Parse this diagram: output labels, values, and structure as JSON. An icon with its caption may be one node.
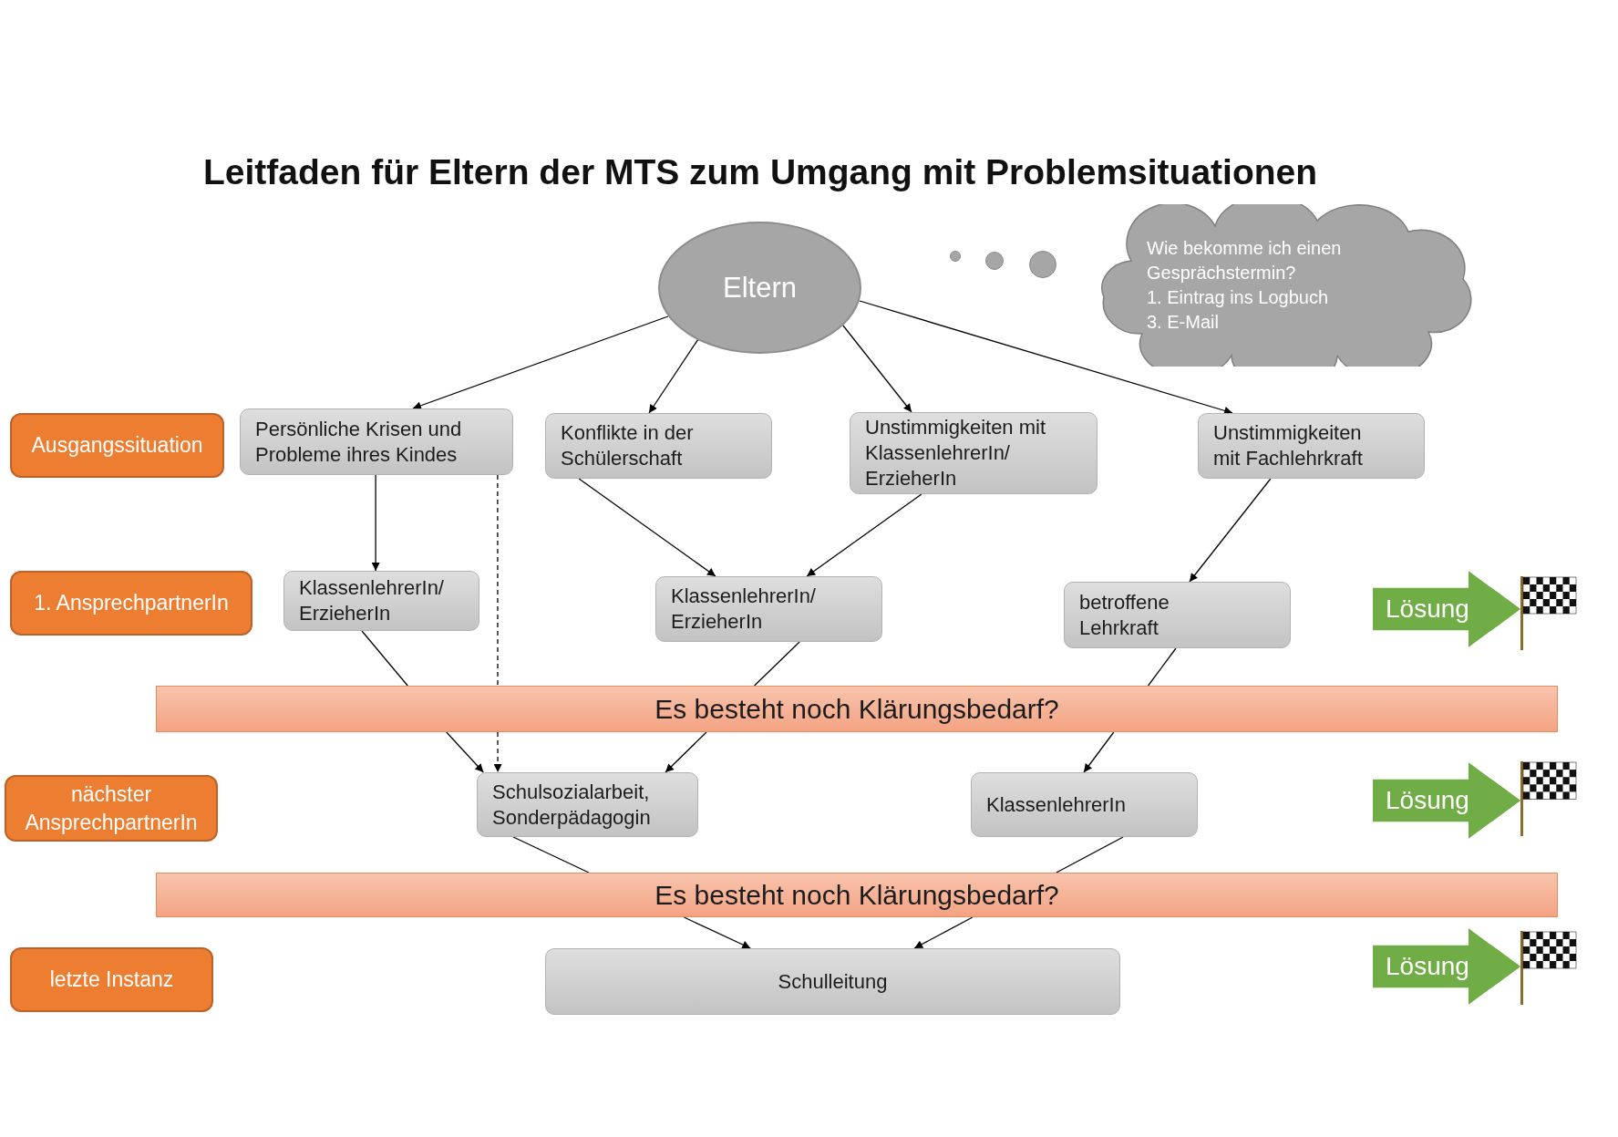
{
  "diagram": {
    "title": "Leitfaden für Eltern der MTS zum Umgang mit Problemsituationen",
    "nodes": [
      {
        "text": [
          "Eltern"
        ]
      },
      {
        "text": [
          "Wie bekomme ich einen Gesprächstermin?",
          "1. Eintrag ins Logbuch",
          "3. E-Mail"
        ]
      },
      {
        "text": [
          "Ausgangssituation"
        ]
      },
      {
        "text": [
          "Persönliche Krisen und Probleme ihres Kindes"
        ]
      },
      {
        "text": [
          "Konflikte in der Schülerschaft"
        ]
      },
      {
        "text": [
          "Unstimmigkeiten mit KlassenlehrerIn/ ErzieherIn"
        ]
      },
      {
        "text": [
          "Unstimmigkeiten mit Fachlehrkraft"
        ]
      },
      {
        "text": [
          "1. AnsprechpartnerIn"
        ]
      },
      {
        "text": [
          "KlassenlehrerIn/ ErzieherIn"
        ]
      },
      {
        "text": [
          "KlassenlehrerIn/ ErzieherIn"
        ]
      },
      {
        "text": [
          "betroffene Lehrkraft"
        ]
      },
      {
        "text": [],
        "shape": "flag"
      },
      {
        "text": [
          "Es besteht noch Klärungsbedarf?"
        ]
      },
      {
        "text": [
          "nächster AnsprechpartnerIn"
        ]
      },
      {
        "text": [
          "Schulsozialarbeit, Sonderpädagogin"
        ]
      },
      {
        "text": [
          "KlassenlehrerIn"
        ]
      },
      {
        "text": [],
        "shape": "flag"
      },
      {
        "text": [
          "Es besteht noch Klärungsbedarf?"
        ]
      },
      {
        "text": [
          "letzte Instanz"
        ]
      },
      {
        "text": [
          "Schulleitung"
        ]
      },
      {
        "text": [],
        "shape": "flag"
      }
    ],
    "edges": [
      {
        "from": 0,
        "to": 3,
        "arrow": "to"
      },
      {
        "from": 0,
        "to": 4,
        "arrow": "to"
      },
      {
        "from": 0,
        "to": 5,
        "arrow": "to"
      },
      {
        "from": 0,
        "to": 6,
        "arrow": "to"
      },
      {
        "from": 3,
        "to": 8,
        "arrow": "to"
      },
      {
        "from": 3,
        "to": 12,
        "arrow": "none",
        "style": "dashed"
      },
      {
        "from": 12,
        "to": 14,
        "arrow": "to",
        "style": "dashed"
      },
      {
        "from": 4,
        "to": 9,
        "arrow": "to"
      },
      {
        "from": 5,
        "to": 9,
        "arrow": "to"
      },
      {
        "from": 6,
        "to": 10,
        "arrow": "to"
      },
      {
        "from": 8,
        "to": 12,
        "arrow": "none"
      },
      {
        "from": 12,
        "to": 14,
        "arrow": "to"
      },
      {
        "from": 9,
        "to": 12,
        "arrow": "none"
      },
      {
        "from": 12,
        "to": 14,
        "arrow": "to"
      },
      {
        "from": 10,
        "to": 12,
        "arrow": "none"
      },
      {
        "from": 12,
        "to": 15,
        "arrow": "to"
      },
      {
        "from": null,
        "to": 11,
        "arrow": "to",
        "label": "Lösung",
        "style": "thick",
        "color": "#70ad47"
      },
      {
        "from": 14,
        "to": 17,
        "arrow": "none"
      },
      {
        "from": 17,
        "to": 19,
        "arrow": "to"
      },
      {
        "from": 15,
        "to": 17,
        "arrow": "none"
      },
      {
        "from": 17,
        "to": 19,
        "arrow": "to"
      },
      {
        "from": null,
        "to": 16,
        "arrow": "to",
        "label": "Lösung",
        "style": "thick",
        "color": "#70ad47"
      },
      {
        "from": null,
        "to": 20,
        "arrow": "to",
        "label": "Lösung",
        "style": "thick",
        "color": "#70ad47"
      }
    ]
  }
}
